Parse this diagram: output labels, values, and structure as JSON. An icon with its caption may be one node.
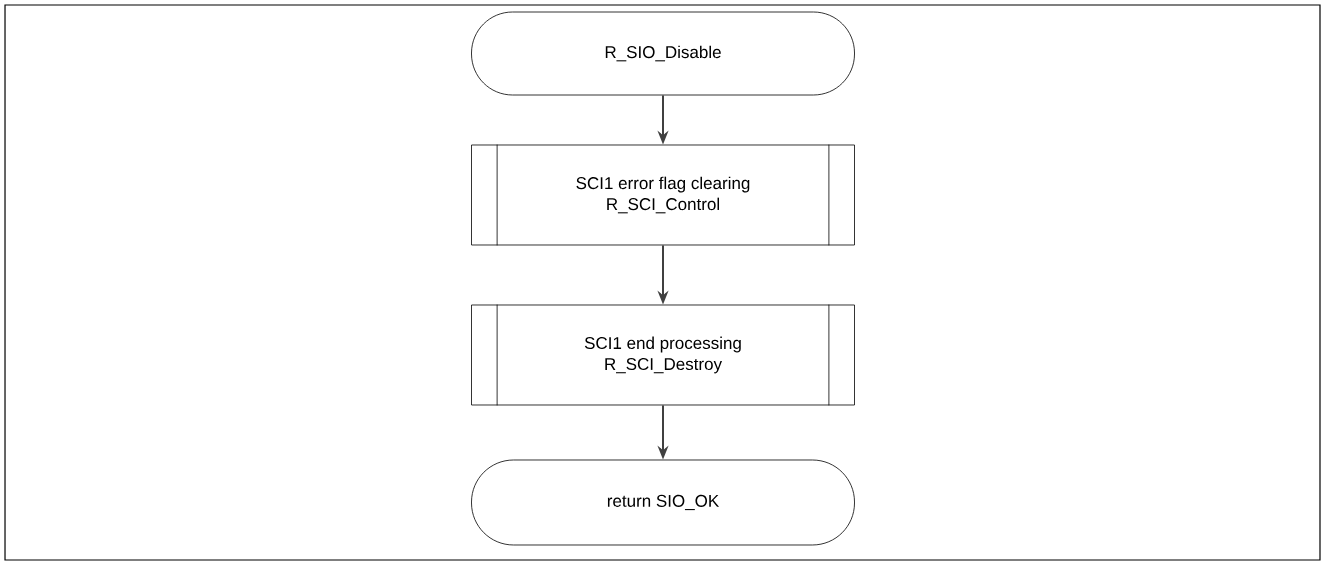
{
  "diagram": {
    "nodes": [
      {
        "text": [
          "R_SIO_Disable"
        ]
      },
      {
        "text": [
          "SCI1 error flag clearing",
          "R_SCI_Control"
        ]
      },
      {
        "text": [
          "SCI1 end processing",
          "R_SCI_Destroy"
        ]
      },
      {
        "text": [
          "return SIO_OK"
        ]
      }
    ],
    "edges": [
      {
        "from": 0,
        "to": 1,
        "arrow": "to"
      },
      {
        "from": 1,
        "to": 2,
        "arrow": "to"
      },
      {
        "from": 2,
        "to": 3,
        "arrow": "to"
      }
    ]
  }
}
